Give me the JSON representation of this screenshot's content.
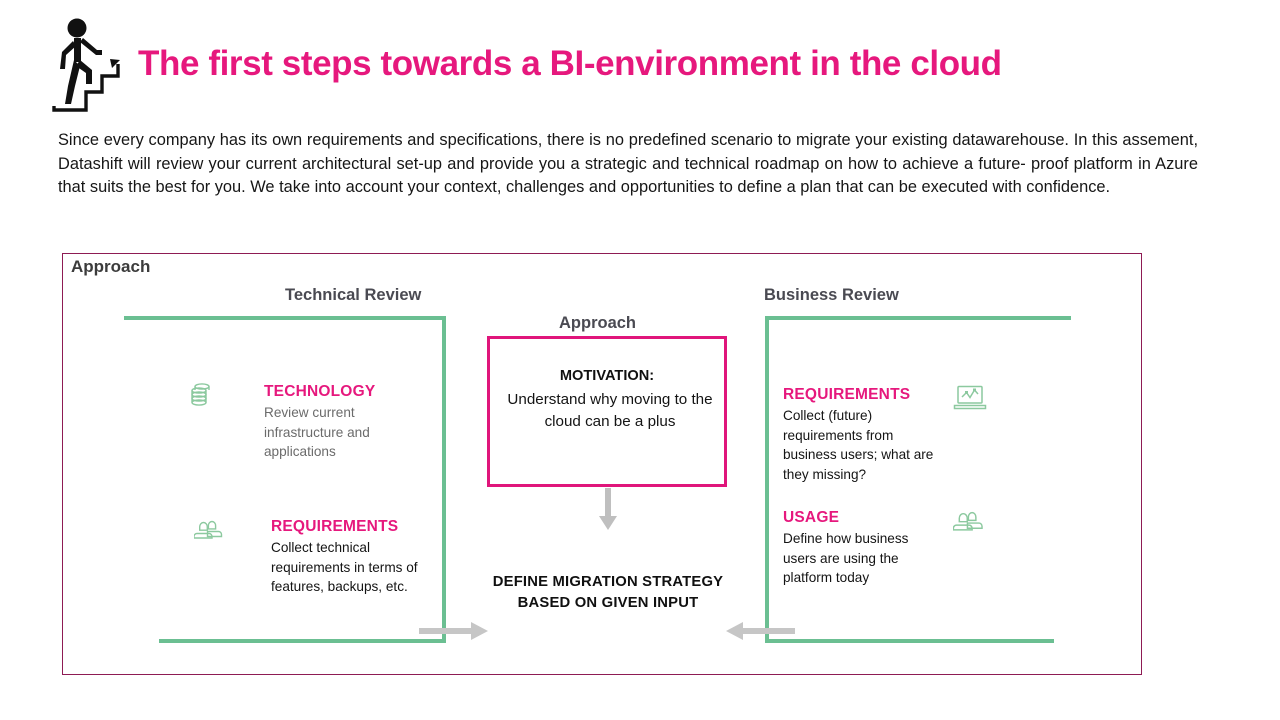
{
  "header": {
    "icon": "person-climbing-stairs-icon",
    "title": "The first steps towards a BI-environment in the cloud",
    "title_color": "#E6187D"
  },
  "intro": {
    "paragraph": "Since every company has its own requirements and specifications, there is no predefined scenario to migrate your existing datawarehouse. In this assement, Datashift will review your current architectural set-up and provide you a strategic and technical roadmap on how to achieve a future- proof platform in Azure that suits the best for you. We take into account your context, challenges and opportunities to define a plan that can be executed with confidence."
  },
  "approach": {
    "frame_label": "Approach",
    "frame_border_color": "#8E1B54",
    "bracket_color": "#6BBF92",
    "accent_color": "#E6187D",
    "arrow_color": "#BFBFBF",
    "left_column": {
      "heading": "Technical Review",
      "items": [
        {
          "icon": "database-stack-icon",
          "title": "TECHNOLOGY",
          "description": "Review current infrastructure and applications"
        },
        {
          "icon": "two-people-icon",
          "title": "REQUIREMENTS",
          "description": "Collect technical requirements in terms of features, backups, etc."
        }
      ]
    },
    "right_column": {
      "heading": "Business Review",
      "items": [
        {
          "icon": "laptop-chart-icon",
          "title": "REQUIREMENTS",
          "description": "Collect (future) requirements from business users; what are they missing?"
        },
        {
          "icon": "two-people-icon",
          "title": "USAGE",
          "description": "Define how business users are using the platform today"
        }
      ]
    },
    "center": {
      "label": "Approach",
      "box_border_color": "#E0157B",
      "motivation_title": "MOTIVATION:",
      "motivation_text": "Understand why moving to the cloud can be a plus",
      "outcome": "DEFINE MIGRATION STRATEGY BASED ON GIVEN INPUT"
    },
    "arrows": {
      "down": "down-arrow-icon",
      "left_to_center": "right-pointing-arrow-icon",
      "right_to_center": "left-pointing-arrow-icon"
    }
  }
}
